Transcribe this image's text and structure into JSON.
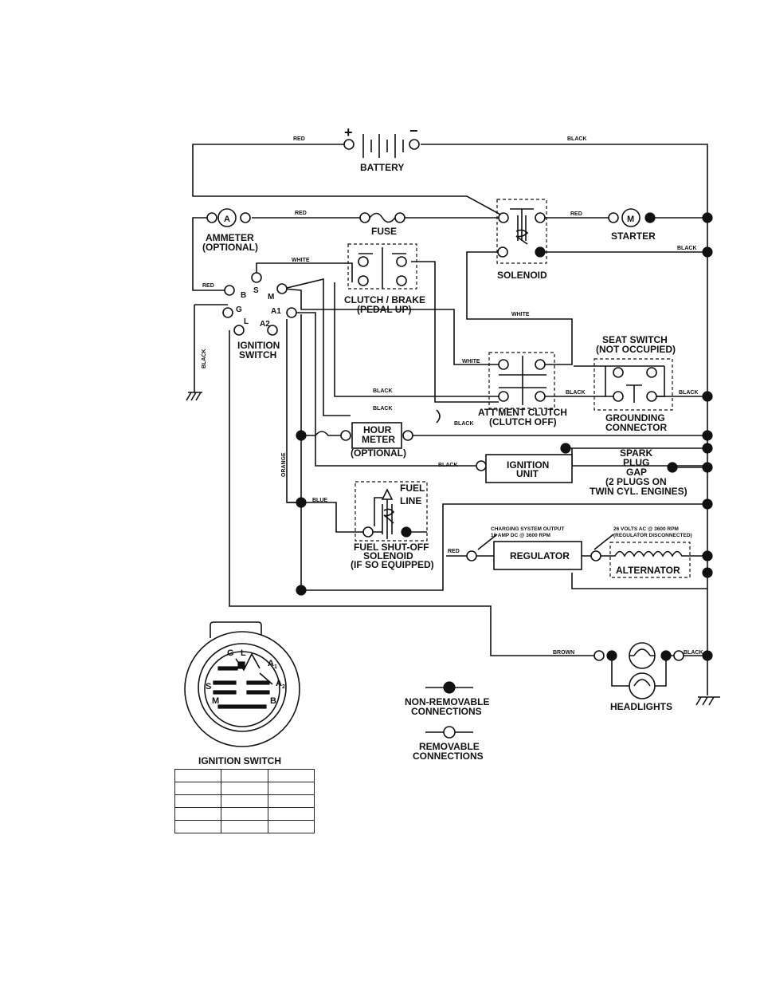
{
  "components": {
    "battery": "BATTERY",
    "plus": "+",
    "minus": "−",
    "ammeter": "AMMETER",
    "ammeter_opt": "(OPTIONAL)",
    "ammeter_symbol": "A",
    "fuse": "FUSE",
    "starter": "STARTER",
    "starter_symbol": "M",
    "solenoid": "SOLENOID",
    "clutch_brake": "CLUTCH / BRAKE",
    "pedal_up": "(PEDAL UP)",
    "ignition_switch_1": "IGNITION",
    "ignition_switch_2": "SWITCH",
    "seat_switch": "SEAT SWITCH",
    "not_occupied": "(NOT OCCUPIED)",
    "grounding_1": "GROUNDING",
    "grounding_2": "CONNECTOR",
    "attment_clutch": "ATT'MENT CLUTCH",
    "clutch_off": "(CLUTCH OFF)",
    "hour_meter_1": "HOUR",
    "hour_meter_2": "METER",
    "hour_meter_opt": "(OPTIONAL)",
    "ignition_unit_1": "IGNITION",
    "ignition_unit_2": "UNIT",
    "spark_1": "SPARK",
    "spark_2": "PLUG",
    "spark_3": "GAP",
    "spark_4": "(2 PLUGS ON",
    "spark_5": "TWIN CYL. ENGINES)",
    "fuel_line_1": "FUEL",
    "fuel_line_2": "LINE",
    "fuel_sol_1": "FUEL SHUT-OFF",
    "fuel_sol_2": "SOLENOID",
    "fuel_sol_3": "(IF SO EQUIPPED)",
    "regulator": "REGULATOR",
    "alternator": "ALTERNATOR",
    "charging_1": "CHARGING SYSTEM OUTPUT",
    "charging_2": "16 AMP DC @ 3600 RPM",
    "volts_1": "26 VOLTS AC @ 3600 RPM",
    "volts_2": "(REGULATOR DISCONNECTED)",
    "headlights": "HEADLIGHTS"
  },
  "terminals": {
    "S": "S",
    "M": "M",
    "B": "B",
    "G": "G",
    "L": "L",
    "A1": "A1",
    "A2": "A2"
  },
  "wires": {
    "red": "RED",
    "black": "BLACK",
    "white": "WHITE",
    "orange": "ORANGE",
    "blue": "BLUE",
    "brown": "BROWN"
  },
  "legend": {
    "non_removable_1": "NON-REMOVABLE",
    "non_removable_2": "CONNECTIONS",
    "removable_1": "REMOVABLE",
    "removable_2": "CONNECTIONS"
  },
  "ignition_switch_face": {
    "title": "IGNITION SWITCH",
    "G": "G",
    "L": "L",
    "A1": "A",
    "A1_sub": "1",
    "A2": "A",
    "A2_sub": "2",
    "S": "S",
    "M": "M",
    "B": "B"
  },
  "colors": {
    "ink": "#111111",
    "paper": "#ffffff"
  }
}
